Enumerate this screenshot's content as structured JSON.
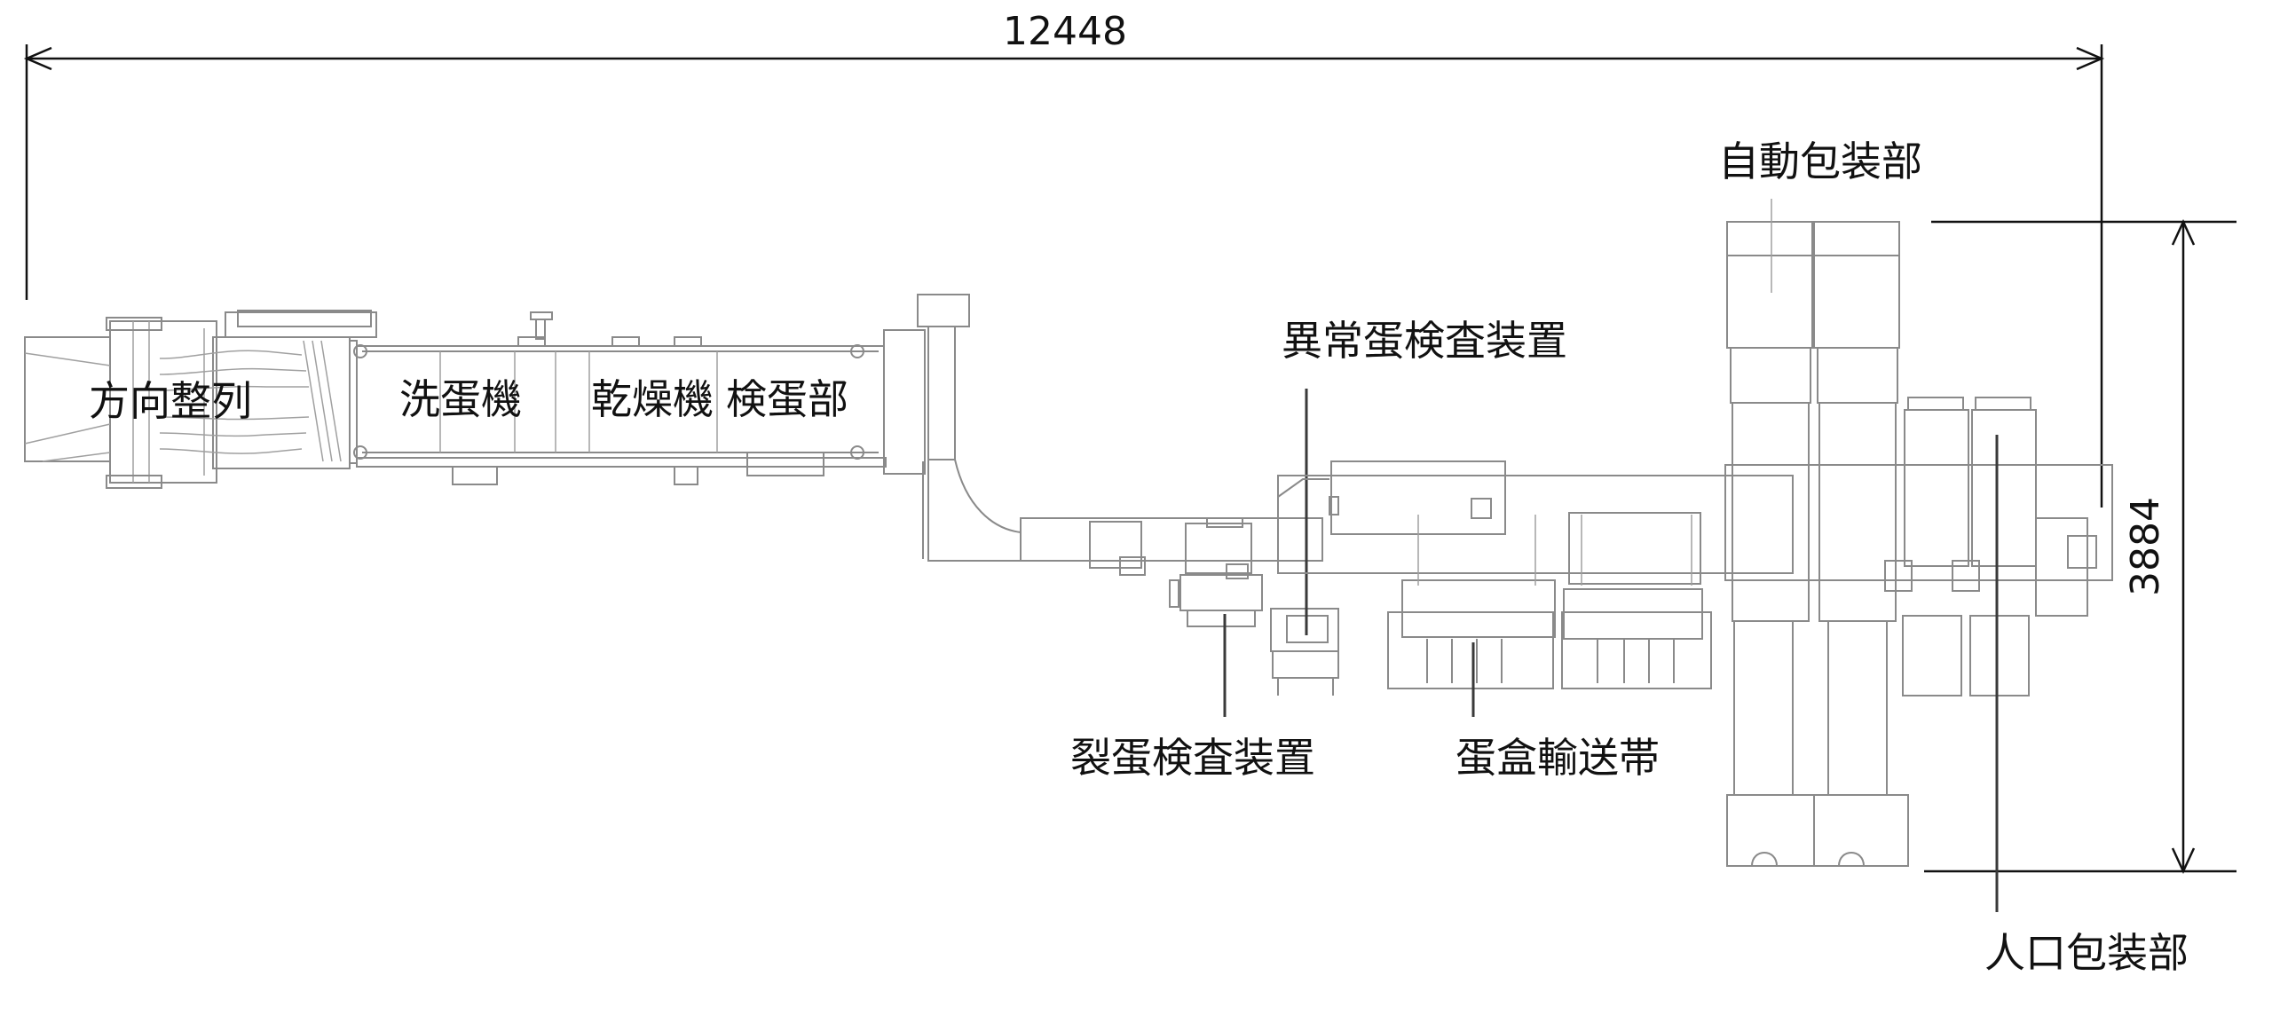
{
  "dimensions": {
    "overall_width": "12448",
    "overall_height": "3884"
  },
  "sections": {
    "orientation": "方向整列",
    "washer": "洗蛋機",
    "dryer": "乾燥機",
    "inspection": "検蛋部",
    "abnormal_egg_inspection": "異常蛋検査装置",
    "crack_inspection": "裂蛋検査装置",
    "carton_conveyor": "蛋盒輸送帯",
    "auto_packing": "自動包装部",
    "manual_packing": "人口包装部"
  },
  "colors": {
    "line": "#8a8a8a",
    "leader": "#3a3a3a",
    "dimension": "#111111",
    "background": "#ffffff"
  }
}
